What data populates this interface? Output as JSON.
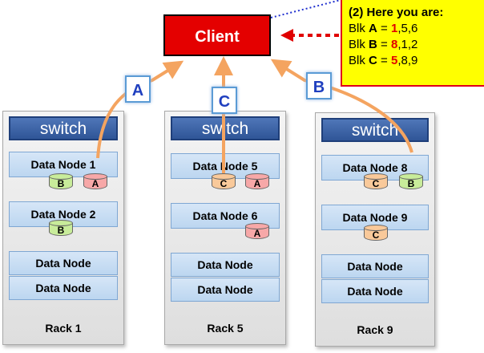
{
  "client": {
    "label": "Client"
  },
  "note": {
    "heading": "(2) Here you are:",
    "rows": [
      {
        "prefix": "Blk ",
        "block": "A",
        "eq": " = ",
        "first": "1",
        "rest": ",5,6"
      },
      {
        "prefix": "Blk ",
        "block": "B",
        "eq": " = ",
        "first": "8",
        "rest": ",1,2"
      },
      {
        "prefix": "Blk ",
        "block": "C",
        "eq": " = ",
        "first": "5",
        "rest": ",8,9"
      }
    ]
  },
  "letters": {
    "a": "A",
    "c": "C",
    "b": "B"
  },
  "racks": [
    {
      "switch": "switch",
      "label": "Rack 1",
      "nodes": [
        "Data Node 1",
        "Data Node 2",
        "Data Node",
        "Data Node"
      ],
      "blocks": [
        [
          "B",
          "A"
        ],
        [
          "B"
        ],
        [],
        []
      ]
    },
    {
      "switch": "switch",
      "label": "Rack 5",
      "nodes": [
        "Data Node 5",
        "Data Node 6",
        "Data Node",
        "Data Node"
      ],
      "blocks": [
        [
          "C",
          "A"
        ],
        [
          "A"
        ],
        [],
        []
      ]
    },
    {
      "switch": "switch",
      "label": "Rack 9",
      "nodes": [
        "Data Node 8",
        "Data Node 9",
        "Data Node",
        "Data Node"
      ],
      "blocks": [
        [
          "C",
          "B"
        ],
        [
          "C"
        ],
        [],
        []
      ]
    }
  ],
  "colors": {
    "client": "#e40000",
    "note": "#ffff00",
    "switch": "#2f5597",
    "arrow": "#f4a460",
    "block_a": "#f7a8a8",
    "block_b": "#c8ec9a",
    "block_c": "#f9c99a"
  }
}
